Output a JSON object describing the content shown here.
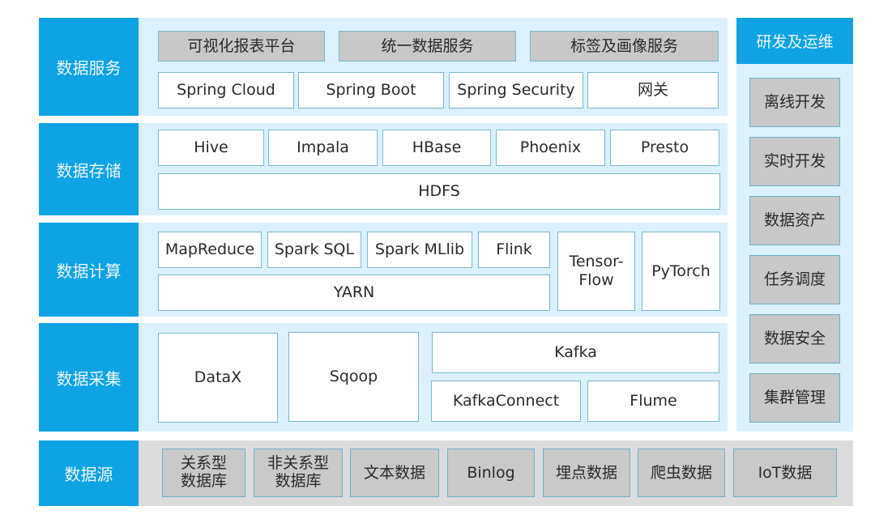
{
  "layers": {
    "service": {
      "label": "数据服务",
      "top_row": [
        "可视化报表平台",
        "统一数据服务",
        "标签及画像服务"
      ],
      "bottom_row": [
        "Spring Cloud",
        "Spring Boot",
        "Spring Security",
        "网关"
      ]
    },
    "storage": {
      "label": "数据存储",
      "top_row": [
        "Hive",
        "Impala",
        "HBase",
        "Phoenix",
        "Presto"
      ],
      "base": "HDFS"
    },
    "compute": {
      "label": "数据计算",
      "top_row": [
        "MapReduce",
        "Spark SQL",
        "Spark MLlib",
        "Flink"
      ],
      "base": "YARN",
      "side": [
        "Tensor-\nFlow",
        "PyTorch"
      ]
    },
    "collect": {
      "label": "数据采集",
      "items": [
        "DataX",
        "Sqoop"
      ],
      "kafka": "Kafka",
      "kafka_row": [
        "KafkaConnect",
        "Flume"
      ]
    },
    "source": {
      "label": "数据源",
      "items": [
        "关系型\n数据库",
        "非关系型\n数据库",
        "文本数据",
        "Binlog",
        "埋点数据",
        "爬虫数据",
        "IoT数据"
      ]
    }
  },
  "devops": {
    "title": "研发及运维",
    "items": [
      "离线开发",
      "实时开发",
      "数据资产",
      "任务调度",
      "数据安全",
      "集群管理"
    ]
  },
  "colors": {
    "label_blue": "#0fa3e6",
    "panel_light_blue": "#dcf1fb",
    "panel_gray": "#dcdcdc",
    "box_gray": "#c8c8c8",
    "box_border": "#7fb8c9"
  }
}
